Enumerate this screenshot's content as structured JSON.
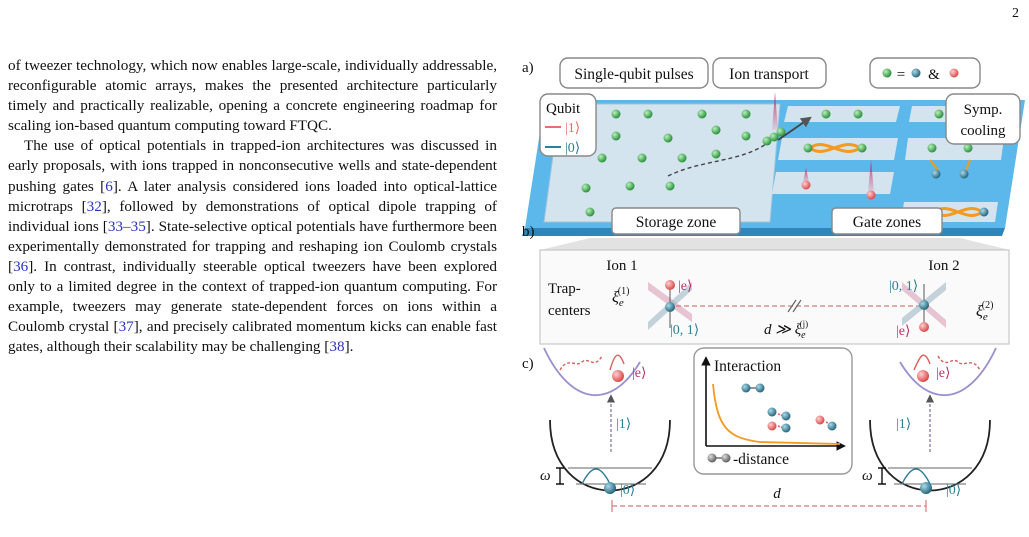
{
  "page_number": "2",
  "body_text": {
    "para1": {
      "text": "of tweezer technology, which now enables large-scale, individually addressable, reconfigurable atomic arrays, makes the presented architecture particularly timely and practically realizable, opening a concrete engineering roadmap for scaling ion-based quantum computing toward FTQC."
    },
    "para2": {
      "s1": "The use of optical potentials in trapped-ion architectures was discussed in early proposals, with ions trapped in nonconsecutive wells and state-dependent pushing gates [",
      "r1": "6",
      "s2": "]. A later analysis considered ions loaded into optical-lattice microtraps [",
      "r2": "32",
      "s3": "], followed by demonstrations of optical dipole trapping of individual ions [",
      "r3": "33–35",
      "s4": "]. State-selective optical potentials have furthermore been experimentally demonstrated for trapping and reshaping ion Coulomb crystals [",
      "r4": "36",
      "s5": "]. In contrast, individually steerable optical tweezers have been explored only to a limited degree in the context of trapped-ion quantum computing. For example, tweezers may generate state-dependent forces on ions within a Coulomb crystal [",
      "r5": "37",
      "s6": "], and precisely calibrated momentum kicks can enable fast gates, although their scalability may be challenging [",
      "r6": "38",
      "s7": "]."
    }
  },
  "figure": {
    "panel_a": {
      "label": "a)",
      "callout_pulses": "Single-qubit pulses",
      "callout_transport": "Ion transport",
      "callout_legend_eq": "=",
      "callout_legend_and": "&",
      "qubit_title": "Qubit",
      "qubit_state1": "|1⟩",
      "qubit_state0": "|0⟩",
      "symp_line1": "Symp.",
      "symp_line2": "cooling",
      "storage_zone": "Storage zone",
      "gate_zones": "Gate zones"
    },
    "panel_b": {
      "label": "b)",
      "ion1": "Ion 1",
      "ion2": "Ion 2",
      "trap_line1": "Trap-",
      "trap_line2": "centers",
      "xi1_base": "ξ",
      "xi1_sub": "e",
      "xi1_sup": "(1)",
      "xi2_base": "ξ",
      "xi2_sub": "e",
      "xi2_sup": "(2)",
      "e_left": "|e⟩",
      "e_right": "|e⟩",
      "s01_left": "|0, 1⟩",
      "s01_right": "|0, 1⟩",
      "d_rel": "d ≫ ξ",
      "d_rel_sub": "e",
      "d_rel_sup": "(j)"
    },
    "panel_c": {
      "label": "c)",
      "e_left": "|e⟩",
      "e_right": "|e⟩",
      "one_left": "|1⟩",
      "one_right": "|1⟩",
      "zero_left": "|0⟩",
      "zero_right": "|0⟩",
      "omega_left": "ω",
      "omega_right": "ω",
      "inset_title": "Interaction",
      "inset_xlabel": "-distance",
      "d_label": "d"
    },
    "colors": {
      "ion_green": "#3fb84f",
      "ion_teal": "#2e7f97",
      "ion_red": "#ef6b6b",
      "floor_blue": "#5cb7ea",
      "zone_fill": "#d4e4ee",
      "orange": "#f39a1f",
      "purple": "#9b8fd0",
      "magenta": "#c0306a",
      "ref_blue": "#2a33c8"
    }
  }
}
